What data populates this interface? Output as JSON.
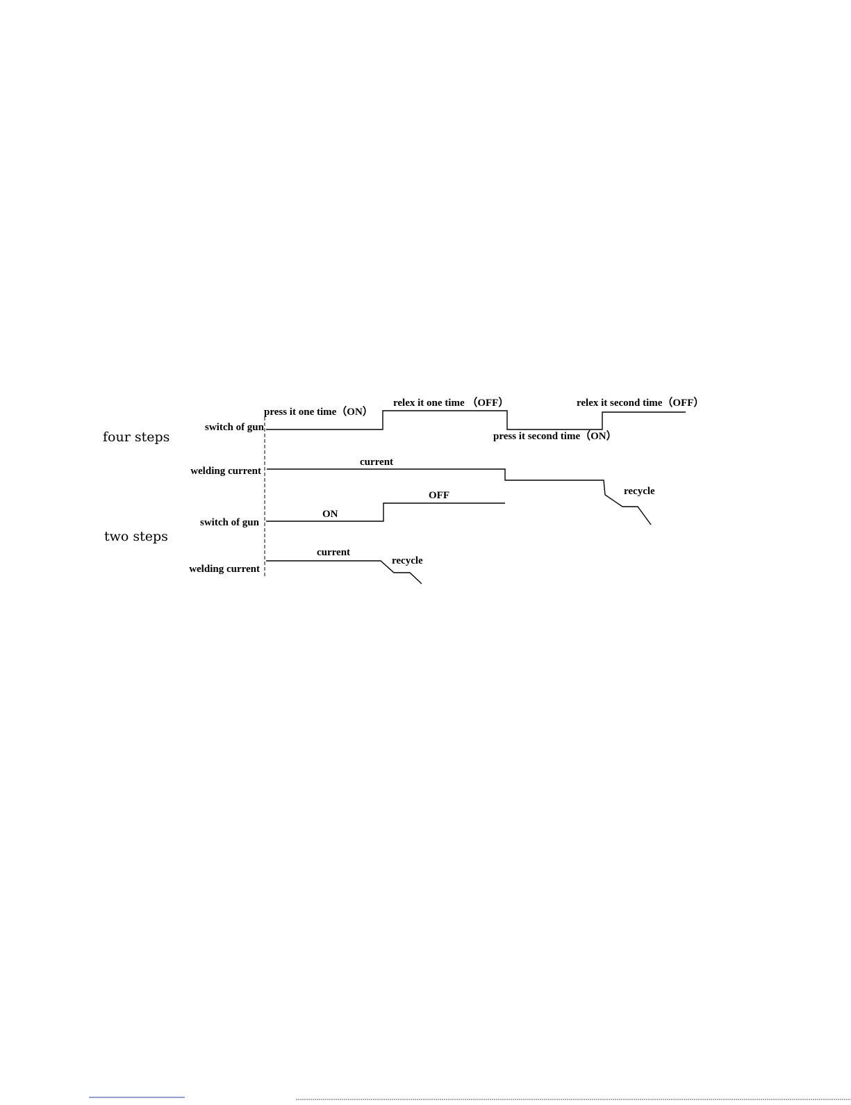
{
  "sections": {
    "four_steps": "four steps",
    "two_steps": "two steps"
  },
  "rows": {
    "four_switch": "switch of gun",
    "four_current": "welding current",
    "two_switch": "switch of gun",
    "two_current": "welding current"
  },
  "annotations": {
    "press_one": "press it one time（ON）",
    "relex_one": "relex it one time （OFF）",
    "relex_second": "relex it second time（OFF）",
    "press_second": "press it second time（ON）",
    "current_four": "current",
    "recycle_four": "recycle",
    "off_two": "OFF",
    "on_two": "ON",
    "current_two": "current",
    "recycle_two": "recycle"
  },
  "colors": {
    "ink": "#000000",
    "background": "#ffffff",
    "footer_rule_left": "#1e3cb4",
    "footer_rule_right": "#555555"
  }
}
